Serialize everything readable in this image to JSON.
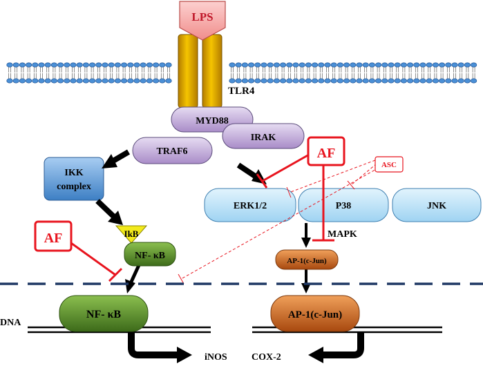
{
  "labels": {
    "lps": "LPS",
    "tlr4": "TLR4",
    "myd88": "MYD88",
    "irak": "IRAK",
    "traf6": "TRAF6",
    "ikk_line1": "IKK",
    "ikk_line2": "complex",
    "af_top": "AF",
    "af_left": "AF",
    "asc": "ASC",
    "erk": "ERK1/2",
    "p38": "P38",
    "jnk": "JNK",
    "mapk": "MAPK",
    "ikb": "IkB",
    "nfkb_cyto": "NF- κB",
    "ap1_cyto": "AP-1(c-Jun)",
    "nfkb_nuc": "NF- κB",
    "ap1_nuc": "AP-1(c-Jun)",
    "dna": "DNA",
    "inos": "iNOS",
    "cox2": "COX-2"
  },
  "colors": {
    "inhibitor_red": "#e8141e",
    "membrane_blue": "#2f6fb5",
    "receptor_gold": "#e0a800",
    "lps_pink": "#f7a7a5",
    "adaptor_purple": "#c9b6e0",
    "ikk_blue": "#6fa6de",
    "mapk_lightblue": "#bfe3f8",
    "nfkb_green": "#5e8c2c",
    "ap1_orange": "#cf6a22",
    "ikb_yellow": "#f2ea1c",
    "nuclear_dash": "#1f3864"
  }
}
